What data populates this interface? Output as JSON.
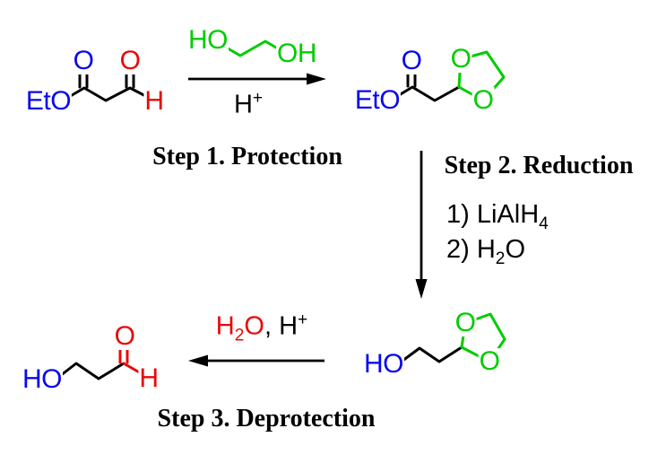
{
  "colors": {
    "bond_black": "#000000",
    "oxygen_blue": "#0808EE",
    "oxygen_red": "#E80808",
    "protecting_group_green": "#00CC00",
    "background": "#FFFFFF"
  },
  "molecules": {
    "ethyl_3_oxopropanoate": {
      "eto": "EtO",
      "ester_o": "O",
      "aldehyde_o": "O",
      "aldehyde_h": "H"
    },
    "protected_ester": {
      "eto": "EtO",
      "ester_o": "O",
      "ring_o_top": "O",
      "ring_o_bottom": "O"
    },
    "hydroxy_aldehyde": {
      "ho": "HO",
      "aldehyde_o": "O",
      "aldehyde_h": "H"
    },
    "protected_alcohol": {
      "ho": "HO",
      "ring_o_top": "O",
      "ring_o_bottom": "O"
    }
  },
  "reagents": {
    "ethylene_glycol": {
      "ho": "HO",
      "oh": "OH"
    },
    "acid": {
      "base": "H",
      "charge": "+"
    },
    "step2_line1": {
      "pre": "1) LiAlH",
      "sub": "4"
    },
    "step2_line2": {
      "pre": "2) H",
      "sub": "2",
      "post": "O"
    },
    "step3_red": {
      "pre": "H",
      "sub": "2",
      "post": "O"
    },
    "step3_black": {
      "pre": ", H",
      "charge": "+"
    }
  },
  "steps": {
    "step1": "Step 1. Protection",
    "step2": "Step 2. Reduction",
    "step3": "Step 3. Deprotection"
  }
}
